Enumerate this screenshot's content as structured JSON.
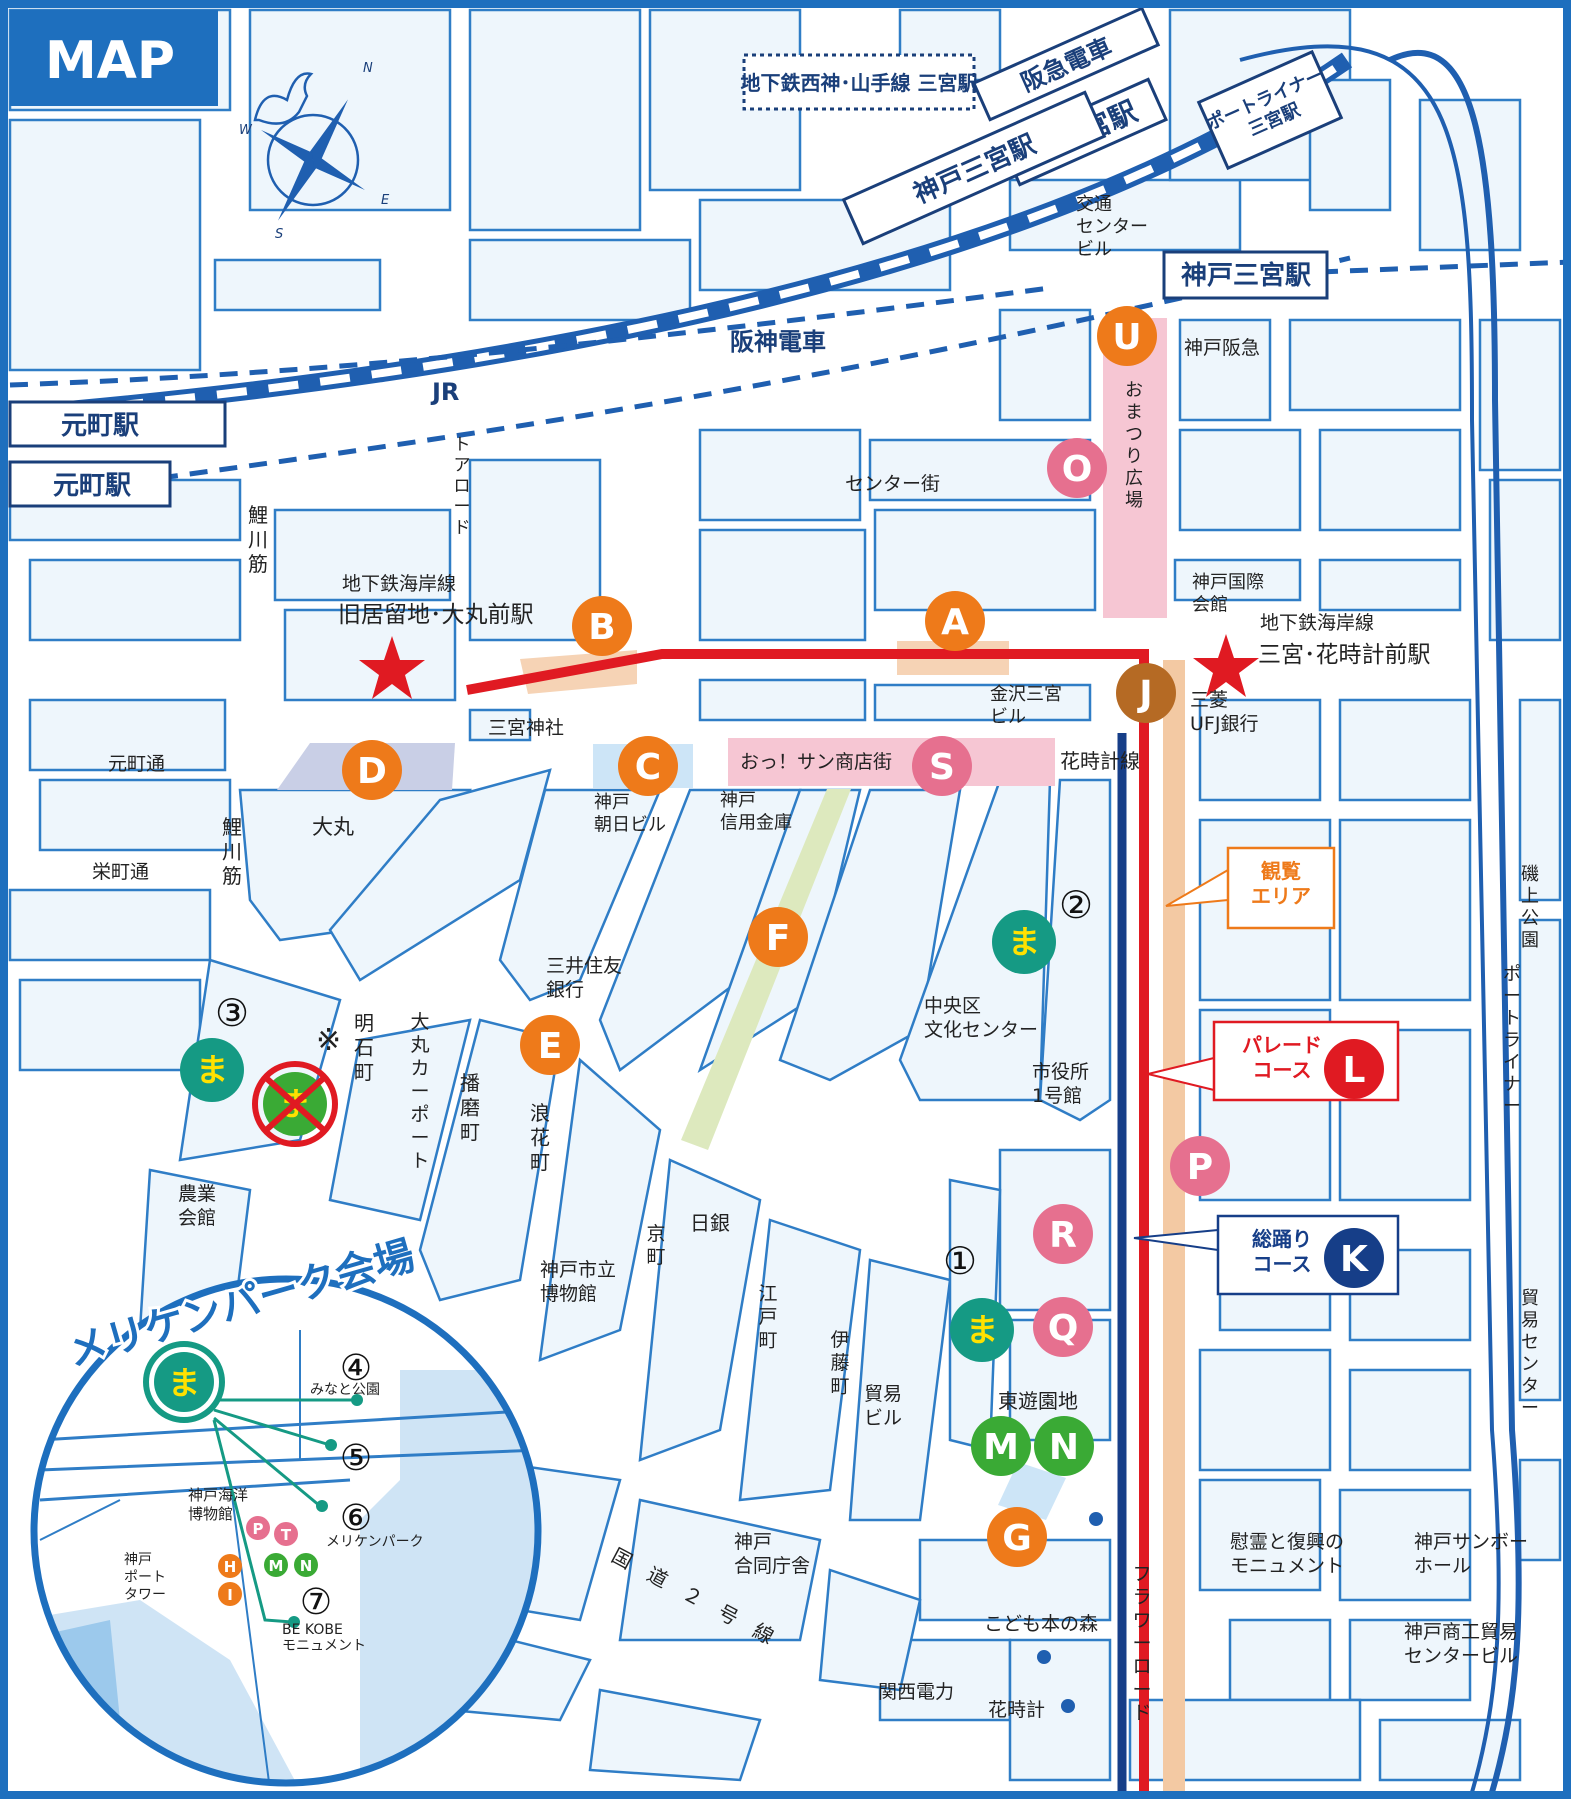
{
  "title": "MAP",
  "colors": {
    "block_fill": "#eef6fc",
    "block_stroke": "#2f7dc6",
    "frame": "#1e6fbe",
    "title_bg": "#1e6fbe",
    "rail_blue": "#1f5fb0",
    "parade_red": "#e01a22",
    "course_navy": "#163e88",
    "viewing_beige": "#f3c9a3",
    "orange_marker": "#ee7a1a",
    "pink_marker": "#e6708f",
    "brown_marker": "#b56a24",
    "green_marker": "#3aaa35",
    "teal_marker": "#159a84",
    "red_marker": "#e01a22",
    "navy_marker": "#163e88",
    "pink_zone": "#f6c6d3",
    "beige_zone": "#f6d3b5",
    "lavender_zone": "#c9cfe6",
    "lightblue_zone": "#cde5f7",
    "green_street": "#dde9be",
    "sea": "#cfe4f5",
    "sea_dark": "#9cc9ec"
  },
  "stations": {
    "subway_seishin": "地下鉄西神･山手線 三宮駅",
    "hankyu": "阪急電車",
    "sannomiya_hankyu": "三ノ宮駅",
    "kobe_sannomiya_jr": "神戸三宮駅",
    "portliner": "ポートライナー\n三宮駅",
    "kobe_sannomiya_hanshin": "神戸三宮駅",
    "hanshin": "阪神電車",
    "jr": "JR",
    "motomachi_jr": "元町駅",
    "motomachi_hanshin": "元町駅",
    "kyukyoryuchi": "旧居留地･大丸前駅",
    "kaigan_line_1": "地下鉄海岸線",
    "sannomiya_hanadokei": "三宮･花時計前駅",
    "kaigan_line_2": "地下鉄海岸線"
  },
  "compass": {
    "n": "N",
    "s": "S",
    "e": "E",
    "w": "W"
  },
  "labels": [
    {
      "t": "交通\nセンター\nビル"
    },
    {
      "t": "神戸阪急"
    },
    {
      "t": "センター街"
    },
    {
      "t": "おまつり広場"
    },
    {
      "t": "トアロード"
    },
    {
      "t": "鯉\n川\n筋"
    },
    {
      "t": "神戸国際\n会館"
    },
    {
      "t": "三宮神社"
    },
    {
      "t": "金沢三宮\nビル"
    },
    {
      "t": "三菱\nUFJ銀行"
    },
    {
      "t": "元町通"
    },
    {
      "t": "大丸"
    },
    {
      "t": "花時計線"
    },
    {
      "t": "おっ！サン商店街"
    },
    {
      "t": "神戸\n朝日ビル"
    },
    {
      "t": "神戸\n信用金庫"
    },
    {
      "t": "栄町通"
    },
    {
      "t": "鯉\n川\n筋"
    },
    {
      "t": "三井住友\n銀行"
    },
    {
      "t": "中央区\n文化センター"
    },
    {
      "t": "市役所\n1号館"
    },
    {
      "t": "明\n石\n町"
    },
    {
      "t": "大丸\nカーポート"
    },
    {
      "t": "播\n磨\n町"
    },
    {
      "t": "浪\n花\n町"
    },
    {
      "t": "農業\n会館"
    },
    {
      "t": "日銀"
    },
    {
      "t": "京\n町"
    },
    {
      "t": "神戸市立\n博物館"
    },
    {
      "t": "江\n戸\n町"
    },
    {
      "t": "伊\n藤\n町"
    },
    {
      "t": "貿易\nビル"
    },
    {
      "t": "東遊園地"
    },
    {
      "t": "神戸\n合同庁舎"
    },
    {
      "t": "国　道　２　号　線"
    },
    {
      "t": "こども本の森"
    },
    {
      "t": "関西電力"
    },
    {
      "t": "花時計"
    },
    {
      "t": "フラワーロード"
    },
    {
      "t": "慰霊と復興の\nモニュメント"
    },
    {
      "t": "神戸サンボー\nホール"
    },
    {
      "t": "神戸商工貿易\nセンタービル"
    },
    {
      "t": "磯上公園"
    },
    {
      "t": "ポートライナー"
    },
    {
      "t": "貿易センター"
    },
    {
      "t": "※"
    }
  ],
  "markers": [
    {
      "t": "U",
      "c": "orange"
    },
    {
      "t": "O",
      "c": "pink"
    },
    {
      "t": "B",
      "c": "orange"
    },
    {
      "t": "A",
      "c": "orange"
    },
    {
      "t": "J",
      "c": "brown"
    },
    {
      "t": "D",
      "c": "orange"
    },
    {
      "t": "C",
      "c": "orange"
    },
    {
      "t": "S",
      "c": "pink"
    },
    {
      "t": "F",
      "c": "orange"
    },
    {
      "t": "E",
      "c": "orange"
    },
    {
      "t": "L",
      "c": "red"
    },
    {
      "t": "P",
      "c": "pink"
    },
    {
      "t": "R",
      "c": "pink"
    },
    {
      "t": "K",
      "c": "navy"
    },
    {
      "t": "Q",
      "c": "pink"
    },
    {
      "t": "M",
      "c": "green"
    },
    {
      "t": "N",
      "c": "green"
    },
    {
      "t": "G",
      "c": "orange"
    }
  ],
  "ma_markers": [
    {
      "t": "ま",
      "n": "②"
    },
    {
      "t": "ま",
      "n": "③"
    },
    {
      "t": "ま",
      "n": "①"
    }
  ],
  "cancelled_ma": "ま",
  "legend": {
    "viewing": "観覧\nエリア",
    "parade": "パレード\nコース",
    "soodori": "総踊り\nコース"
  },
  "meriken": {
    "title": "メリケンパーク会場",
    "ma": "ま",
    "items": [
      {
        "n": "④",
        "t": "みなと公園"
      },
      {
        "n": "⑤",
        "t": ""
      },
      {
        "n": "⑥",
        "t": "メリケンパーク"
      },
      {
        "n": "⑦",
        "t": "BE KOBE\nモニュメント"
      }
    ],
    "museum": "神戸海洋\n博物館",
    "tower": "神戸\nポート\nタワー",
    "mini": [
      {
        "t": "P",
        "c": "pink"
      },
      {
        "t": "T",
        "c": "pink"
      },
      {
        "t": "M",
        "c": "green"
      },
      {
        "t": "N",
        "c": "green"
      },
      {
        "t": "H",
        "c": "orange"
      },
      {
        "t": "I",
        "c": "orange"
      }
    ]
  }
}
